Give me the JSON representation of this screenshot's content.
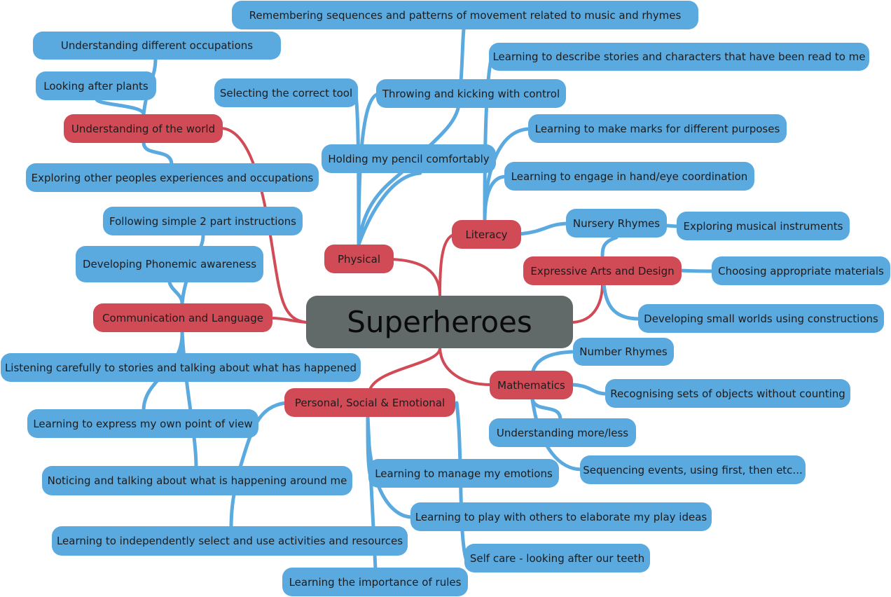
{
  "title": "Superheroes",
  "colors": {
    "central": "#626a69",
    "category": "#d14b57",
    "topic": "#5aaae0"
  },
  "categories": {
    "world": "Understanding of the world",
    "communication": "Communication and Language",
    "physical": "Physical",
    "literacy": "Literacy",
    "expressive": "Expressive Arts and Design",
    "mathematics": "Mathematics",
    "pse": "Personal, Social & Emotional"
  },
  "topics": {
    "remembering": "Remembering sequences and patterns of movement related to music and rhymes",
    "occupations": "Understanding different occupations",
    "describe_stories": "Learning to describe stories and characters that have been read to me",
    "plants": "Looking after plants",
    "correct_tool": "Selecting the correct tool",
    "throwing": "Throwing and kicking with control",
    "marks": "Learning to make marks for different purposes",
    "pencil": "Holding my pencil comfortably",
    "exploring_experiences": "Exploring other peoples experiences and occupations",
    "hand_eye": "Learning to engage in hand/eye coordination",
    "instructions": "Following simple 2 part instructions",
    "nursery_rhymes": "Nursery Rhymes",
    "musical_instruments": "Exploring musical instruments",
    "phonemic": "Developing Phonemic awareness",
    "materials": "Choosing appropriate materials",
    "small_worlds": "Developing small worlds using constructions",
    "number_rhymes": "Number Rhymes",
    "listening": "Listening carefully to stories and talking about what has happened",
    "recognising_sets": "Recognising sets of objects without counting",
    "point_of_view": "Learning to express my own point of view",
    "more_less": "Understanding more/less",
    "sequencing": "Sequencing events, using first, then etc...",
    "emotions": "Learning to manage my emotions",
    "noticing": "Noticing and talking about what is happening around me",
    "play_others": "Learning to play with others to elaborate my play ideas",
    "independently": "Learning to independently select and use activities and resources",
    "self_care": "Self care - looking after our teeth",
    "rules": "Learning the importance of rules"
  }
}
